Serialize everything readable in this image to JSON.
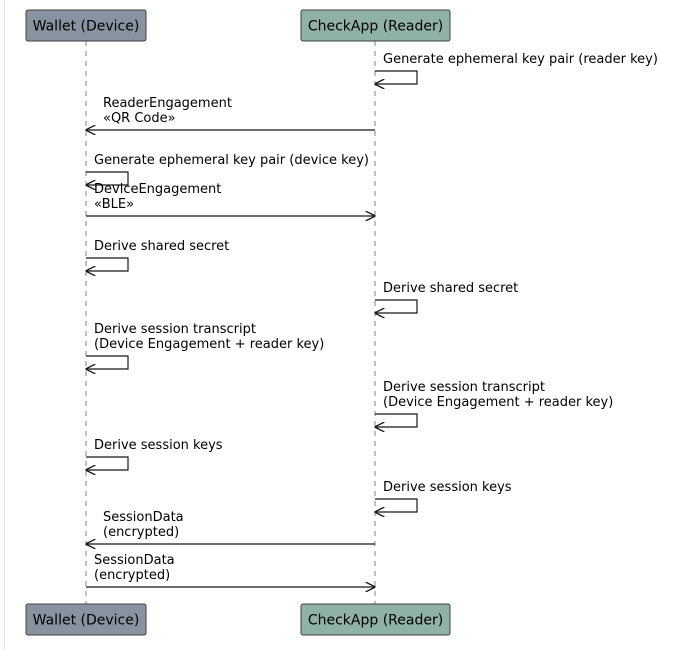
{
  "participants": [
    {
      "id": "wallet",
      "label": "Wallet (Device)",
      "fill": "#8793a0"
    },
    {
      "id": "reader",
      "label": "CheckApp (Reader)",
      "fill": "#8fb1a6"
    }
  ],
  "messages": [
    {
      "from": "reader",
      "to": "reader",
      "lines": [
        "Generate ephemeral key pair (reader key)"
      ]
    },
    {
      "from": "reader",
      "to": "wallet",
      "lines": [
        "ReaderEngagement",
        "«QR Code»"
      ]
    },
    {
      "from": "wallet",
      "to": "wallet",
      "lines": [
        "Generate ephemeral key pair (device key)"
      ]
    },
    {
      "from": "wallet",
      "to": "reader",
      "lines": [
        "DeviceEngagement",
        "«BLE»"
      ]
    },
    {
      "from": "wallet",
      "to": "wallet",
      "lines": [
        "Derive shared secret"
      ]
    },
    {
      "from": "reader",
      "to": "reader",
      "lines": [
        "Derive shared secret"
      ]
    },
    {
      "from": "wallet",
      "to": "wallet",
      "lines": [
        "Derive session transcript",
        "(Device Engagement + reader key)"
      ]
    },
    {
      "from": "reader",
      "to": "reader",
      "lines": [
        "Derive session transcript",
        "(Device Engagement + reader key)"
      ]
    },
    {
      "from": "wallet",
      "to": "wallet",
      "lines": [
        "Derive session keys"
      ]
    },
    {
      "from": "reader",
      "to": "reader",
      "lines": [
        "Derive session keys"
      ]
    },
    {
      "from": "reader",
      "to": "wallet",
      "lines": [
        "SessionData",
        "(encrypted)"
      ]
    },
    {
      "from": "wallet",
      "to": "reader",
      "lines": [
        "SessionData",
        "(encrypted)"
      ]
    }
  ],
  "colors": {
    "box_border": "#404040",
    "lifeline": "#808080",
    "arrow": "#181818",
    "text": "#000000"
  }
}
